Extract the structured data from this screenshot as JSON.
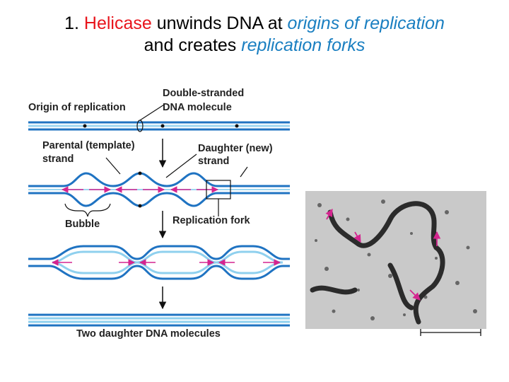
{
  "title": {
    "num": "1. ",
    "helicase": "Helicase",
    "mid1": " unwinds DNA at ",
    "origins": "origins of replication",
    "mid2": "and creates ",
    "forks": "replication forks"
  },
  "diagram": {
    "labels": {
      "origin": "Origin of replication",
      "ds1": "Double-stranded",
      "ds2": "DNA molecule",
      "parental1": "Parental (template)",
      "parental2": "strand",
      "daughter1": "Daughter (new)",
      "daughter2": "strand",
      "bubble": "Bubble",
      "fork": "Replication fork",
      "two": "Two daughter DNA molecules"
    }
  },
  "colors": {
    "title_red": "#e8141c",
    "title_blue": "#1a7fc1",
    "dna_dark": "#1f73c2",
    "dna_light": "#8fd0ee",
    "arrow_magenta": "#d4258f"
  }
}
